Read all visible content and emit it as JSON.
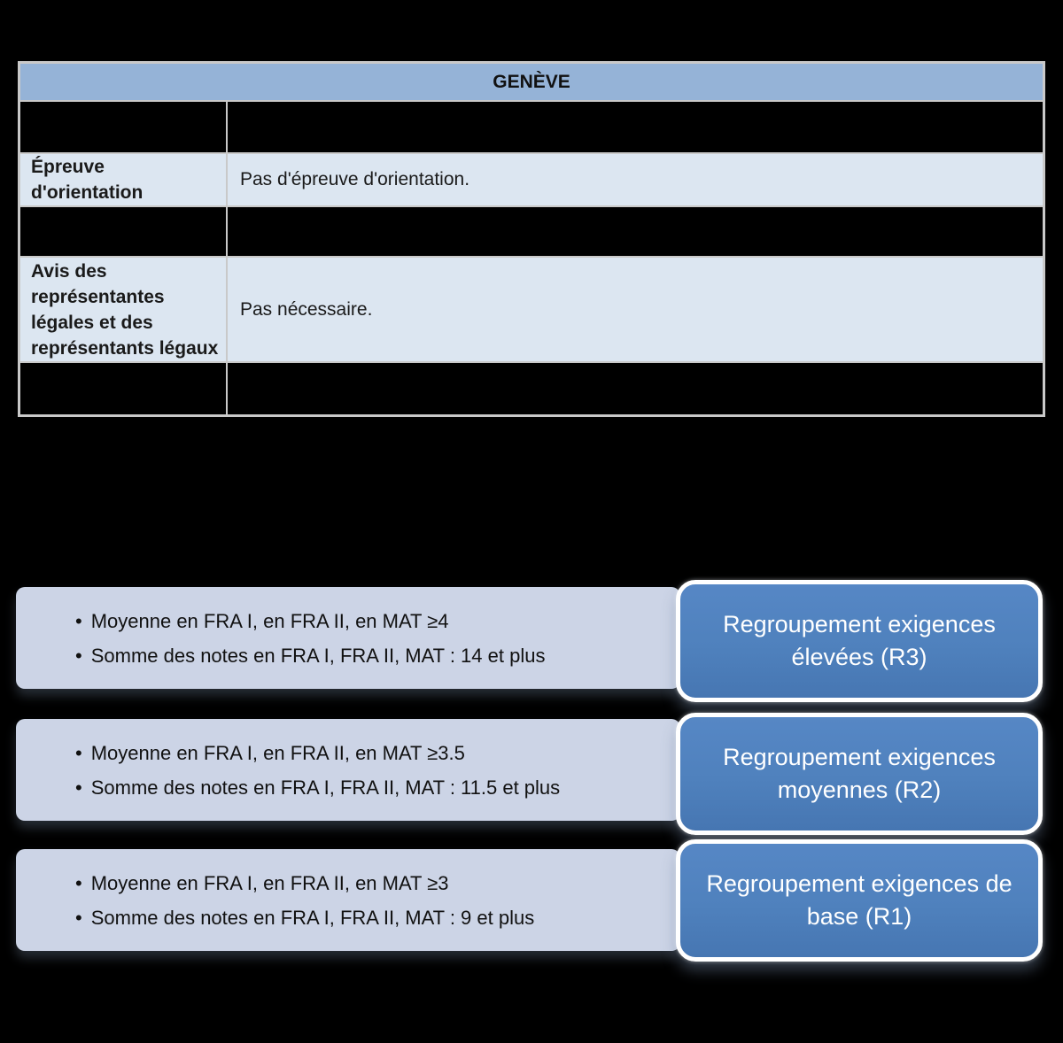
{
  "table": {
    "header": "GENÈVE",
    "rows": [
      {
        "redacted": true,
        "label": "",
        "value": ""
      },
      {
        "redacted": false,
        "label": "Épreuve\nd'orientation",
        "value": "Pas d'épreuve d'orientation."
      },
      {
        "redacted": true,
        "label": "",
        "value": ""
      },
      {
        "redacted": false,
        "label": "Avis des\nreprésentantes\nlégales et des\nreprésentants légaux",
        "value": "Pas nécessaire."
      },
      {
        "redacted": true,
        "label": "",
        "value": ""
      }
    ]
  },
  "groups": [
    {
      "bullets": [
        "Moyenne en FRA I, en FRA II, en MAT ≥4",
        "Somme des notes en FRA I, FRA II, MAT : 14 et plus"
      ],
      "result": "Regroupement exigences\nélevées (R3)"
    },
    {
      "bullets": [
        "Moyenne en FRA I, en FRA II, en MAT ≥3.5",
        "Somme des notes en FRA I, FRA II, MAT : 11.5 et plus"
      ],
      "result": "Regroupement exigences\nmoyennes (R2)"
    },
    {
      "bullets": [
        "Moyenne en FRA I, en FRA II, en MAT ≥3",
        "Somme des notes en FRA I, FRA II, MAT : 9 et plus"
      ],
      "result": "Regroupement exigences de\nbase (R1)"
    }
  ],
  "colors": {
    "accent": "#4f81bd",
    "accent_light": "#95b3d7",
    "row_light": "#dce6f1",
    "bullet_box": "#ccd4e6",
    "table_border": "#c9c9c9"
  }
}
